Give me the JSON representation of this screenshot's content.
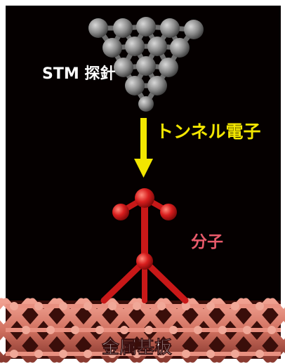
{
  "labels": {
    "probe": "STM 探針",
    "tunnel": "トンネル電子",
    "molecule": "分子",
    "substrate": "金属基板"
  },
  "colors": {
    "background": "#050000",
    "frame": "#ffffff",
    "probe_atom": "#8a8a8a",
    "probe_bond": "#6e6e6e",
    "arrow": "#f2e600",
    "tunnel_text": "#f2e600",
    "molecule": "#d42020",
    "molecule_text": "#e85a6a",
    "substrate": "#d9786a",
    "substrate_text": "#ffffff",
    "probe_text": "#ffffff"
  }
}
